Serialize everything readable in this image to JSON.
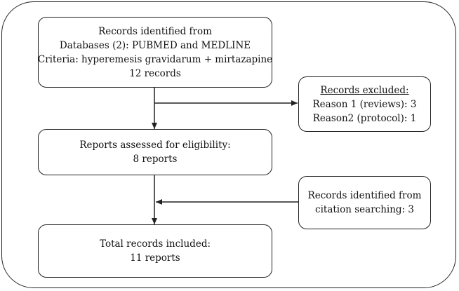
{
  "boxes": {
    "identification": {
      "lines": [
        "Records identified from",
        "Databases (2): PUBMED and MEDLINE",
        "Criteria: hyperemesis gravidarum + mirtazapine",
        "12 records"
      ]
    },
    "excluded": {
      "heading": "Records excluded:",
      "lines": [
        "Reason 1 (reviews): 3",
        "Reason2 (protocol): 1"
      ]
    },
    "eligibility": {
      "lines": [
        "Reports assessed for eligibility:",
        "8 reports"
      ]
    },
    "citation": {
      "lines": [
        "Records identified from",
        "citation searching: 3"
      ]
    },
    "included": {
      "lines": [
        "Total records included:",
        "11 reports"
      ]
    }
  },
  "colors": {
    "stroke": "#222222",
    "background": "#ffffff"
  }
}
